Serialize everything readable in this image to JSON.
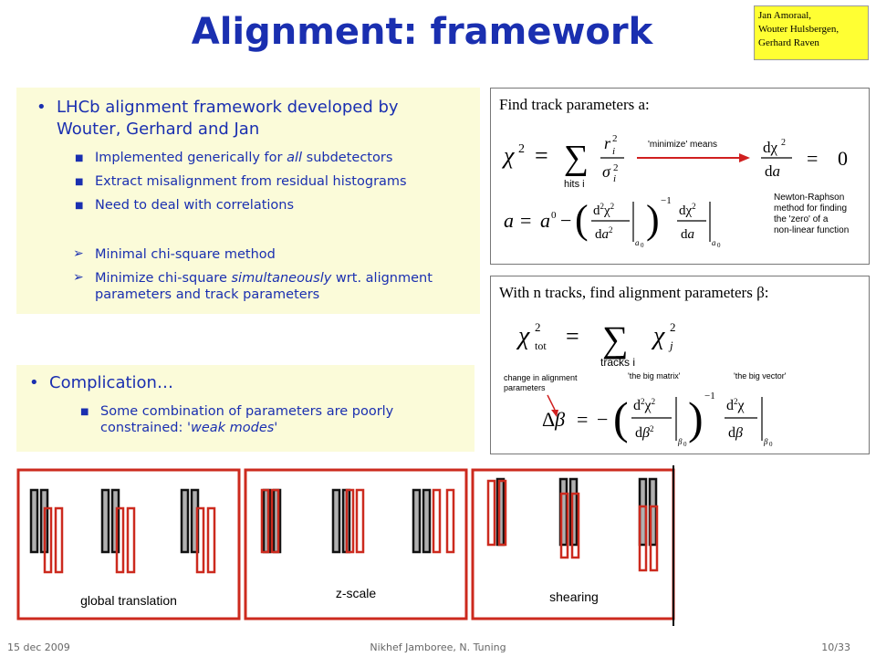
{
  "title": "Alignment: framework",
  "authors": [
    "Jan Amoraal,",
    "Wouter Hulsbergen,",
    "Gerhard Raven"
  ],
  "left_top": {
    "main_bullet": "LHCb alignment framework developed by Wouter, Gerhard and Jan",
    "items": [
      {
        "pre": "Implemented generically for ",
        "it": "all",
        "post": " subdetectors"
      },
      {
        "text": "Extract misalignment from residual histograms"
      },
      {
        "text": "Need to deal with correlations"
      }
    ],
    "arrows": [
      {
        "text": "Minimal chi-square method"
      },
      {
        "pre": "Minimize chi-square ",
        "it": "simultaneously",
        "post": " wrt. alignment parameters and track parameters"
      }
    ]
  },
  "left_bottom": {
    "main_bullet": "Complication…",
    "item_pre": "Some combination of parameters are poorly constrained: ",
    "item_it": "'weak modes'"
  },
  "eq1": {
    "header": "Find track parameters a:",
    "minimize_label": "'minimize' means",
    "sum_sub": "hits i",
    "newton": [
      "Newton-Raphson",
      "method for finding",
      "the 'zero' of a",
      "non-linear function"
    ]
  },
  "eq2": {
    "header": "With n tracks, find alignment parameters β:",
    "sum_sub": "tracks i",
    "change_label": [
      "change in alignment",
      "parameters"
    ],
    "big_matrix": "'the big matrix'",
    "big_vector": "'the big vector'"
  },
  "diagrams": {
    "labels": [
      "global translation",
      "z-scale",
      "shearing"
    ]
  },
  "footer": {
    "date": "15 dec 2009",
    "center": "Nikhef Jamboree, N. Tuning",
    "page": "10/33"
  },
  "colors": {
    "title_blue": "#1a2fb0",
    "frame_red": "#cc2a1e",
    "note_yellow": "#ffff33"
  }
}
